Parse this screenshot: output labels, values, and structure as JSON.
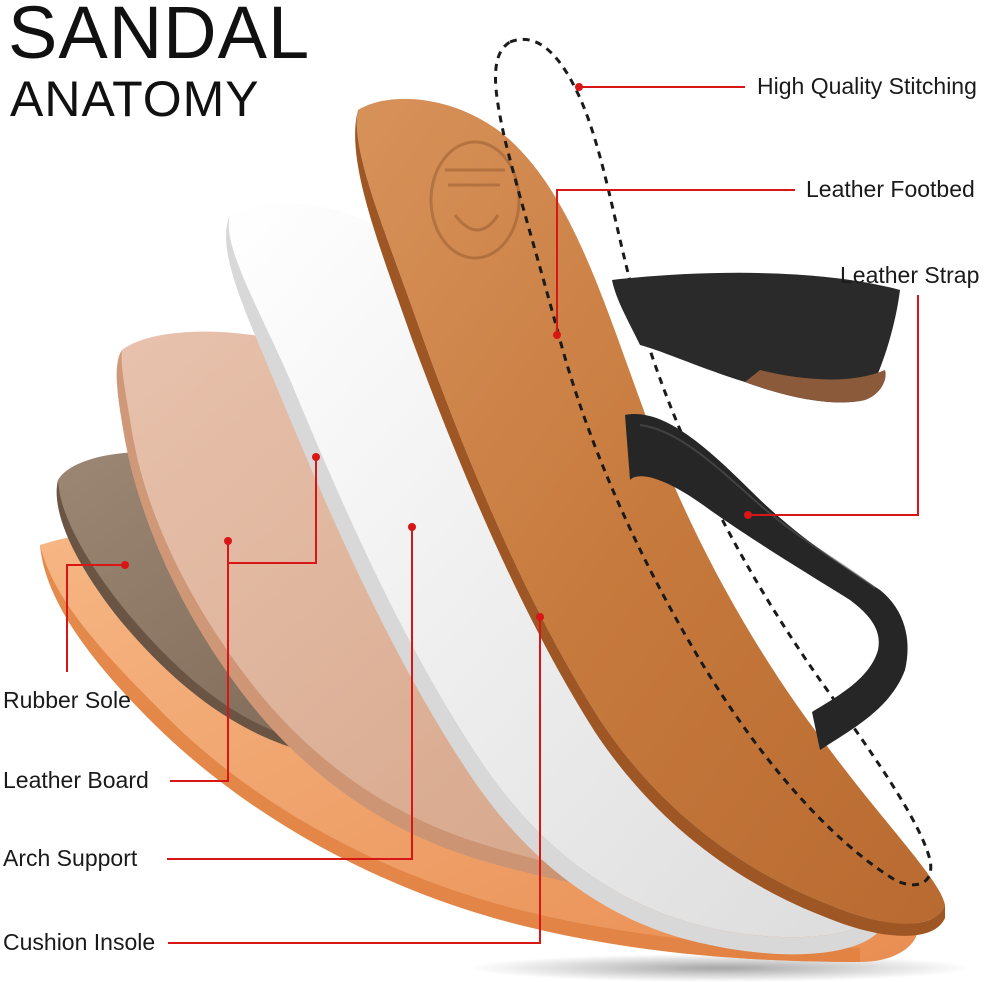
{
  "title": {
    "line1": "SANDAL",
    "line2": "ANATOMY"
  },
  "labels": {
    "stitching": "High Quality Stitching",
    "footbed": "Leather Footbed",
    "strap": "Leather Strap",
    "rubber_sole": "Rubber Sole",
    "leather_board": "Leather Board",
    "arch_support": "Arch Support",
    "cushion_insole": "Cushion Insole"
  },
  "colors": {
    "leader": "#d91616",
    "rubber_sole": "#f0a26a",
    "leather_board": "#8f7866",
    "cork_layer": "#ddb19a",
    "cushion": "#f2f2f2",
    "footbed": "#c97a3e",
    "strap": "#262626"
  }
}
